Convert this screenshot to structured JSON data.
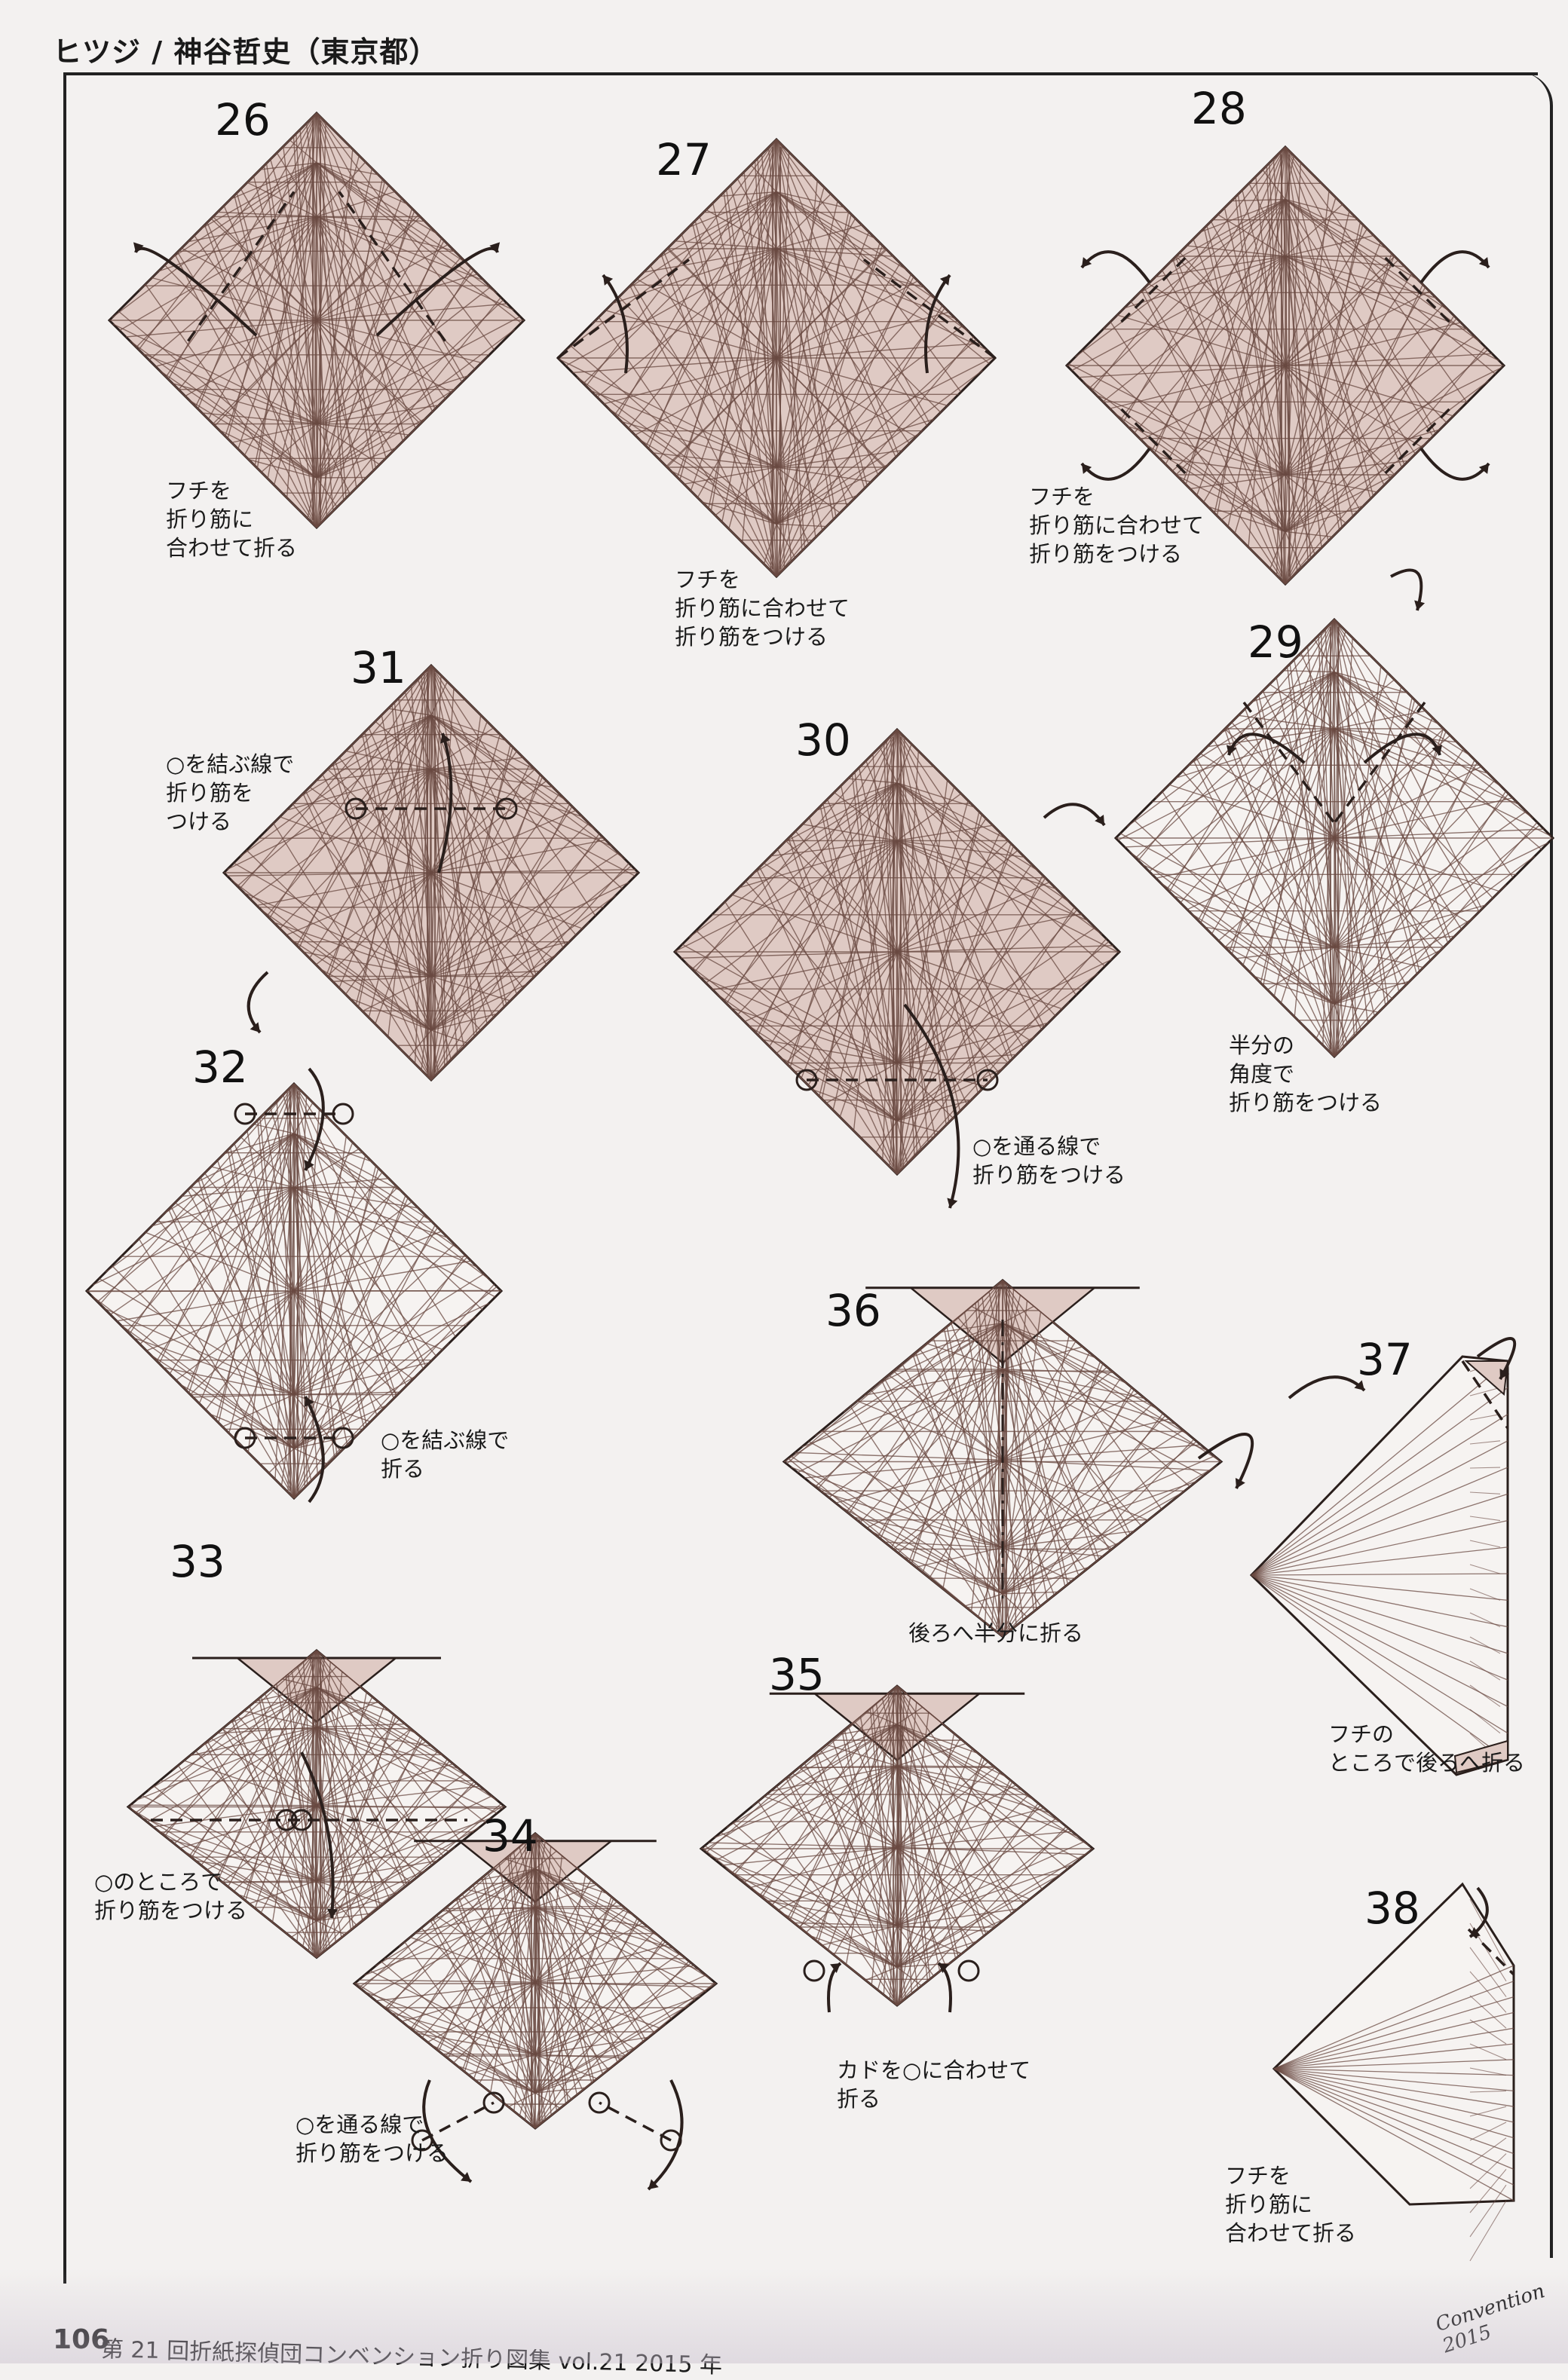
{
  "header": "ヒツジ / 神谷哲史（東京都）",
  "footer": {
    "page": "106",
    "title": "第 21 回折紙探偵団コンベンション折り図集 vol.21 2015 年",
    "right": "Convention 2015"
  },
  "colors": {
    "paper_pink": "#dfcac4",
    "paper_white": "#f6f3f1",
    "line": "#6a4a42",
    "arrow": "#2a1f1c"
  },
  "steps": [
    {
      "num": "26",
      "caption": "フチを\n折り筋に\n合わせて折る"
    },
    {
      "num": "27",
      "caption": "フチを\n折り筋に合わせて\n折り筋をつける"
    },
    {
      "num": "28",
      "caption": "フチを\n折り筋に合わせて\n折り筋をつける"
    },
    {
      "num": "29",
      "caption": "半分の\n角度で\n折り筋をつける"
    },
    {
      "num": "30",
      "caption": "○を通る線で\n折り筋をつける"
    },
    {
      "num": "31",
      "caption": "○を結ぶ線で\n折り筋を\nつける"
    },
    {
      "num": "32",
      "caption": "○を結ぶ線で\n折る"
    },
    {
      "num": "33",
      "caption": "○のところで\n折り筋をつける"
    },
    {
      "num": "34",
      "caption": "○を通る線で\n折り筋をつける"
    },
    {
      "num": "35",
      "caption": "カドを○に合わせて\n折る"
    },
    {
      "num": "36",
      "caption": "後ろへ半分に折る"
    },
    {
      "num": "37",
      "caption": "フチの\nところで後ろへ折る"
    },
    {
      "num": "38",
      "caption": "フチを\n折り筋に\n合わせて折る"
    }
  ]
}
